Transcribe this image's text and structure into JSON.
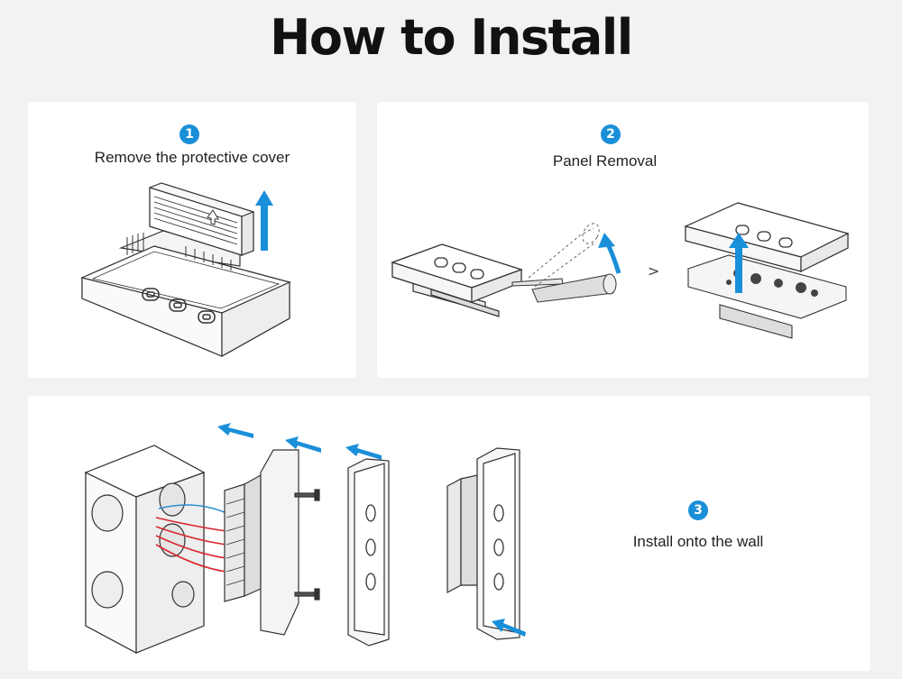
{
  "page": {
    "title": "How to Install"
  },
  "steps": [
    {
      "number": "1",
      "label": "Remove the protective cover"
    },
    {
      "number": "2",
      "label": "Panel Removal"
    },
    {
      "number": "3",
      "label": "Install onto the wall"
    }
  ],
  "arrow_symbol": ">",
  "colors": {
    "accent": "#1a8fd9",
    "background": "#f2f2f2",
    "card": "#ffffff",
    "wire_red": "#d9262b",
    "wire_blue": "#2a8fd0"
  }
}
